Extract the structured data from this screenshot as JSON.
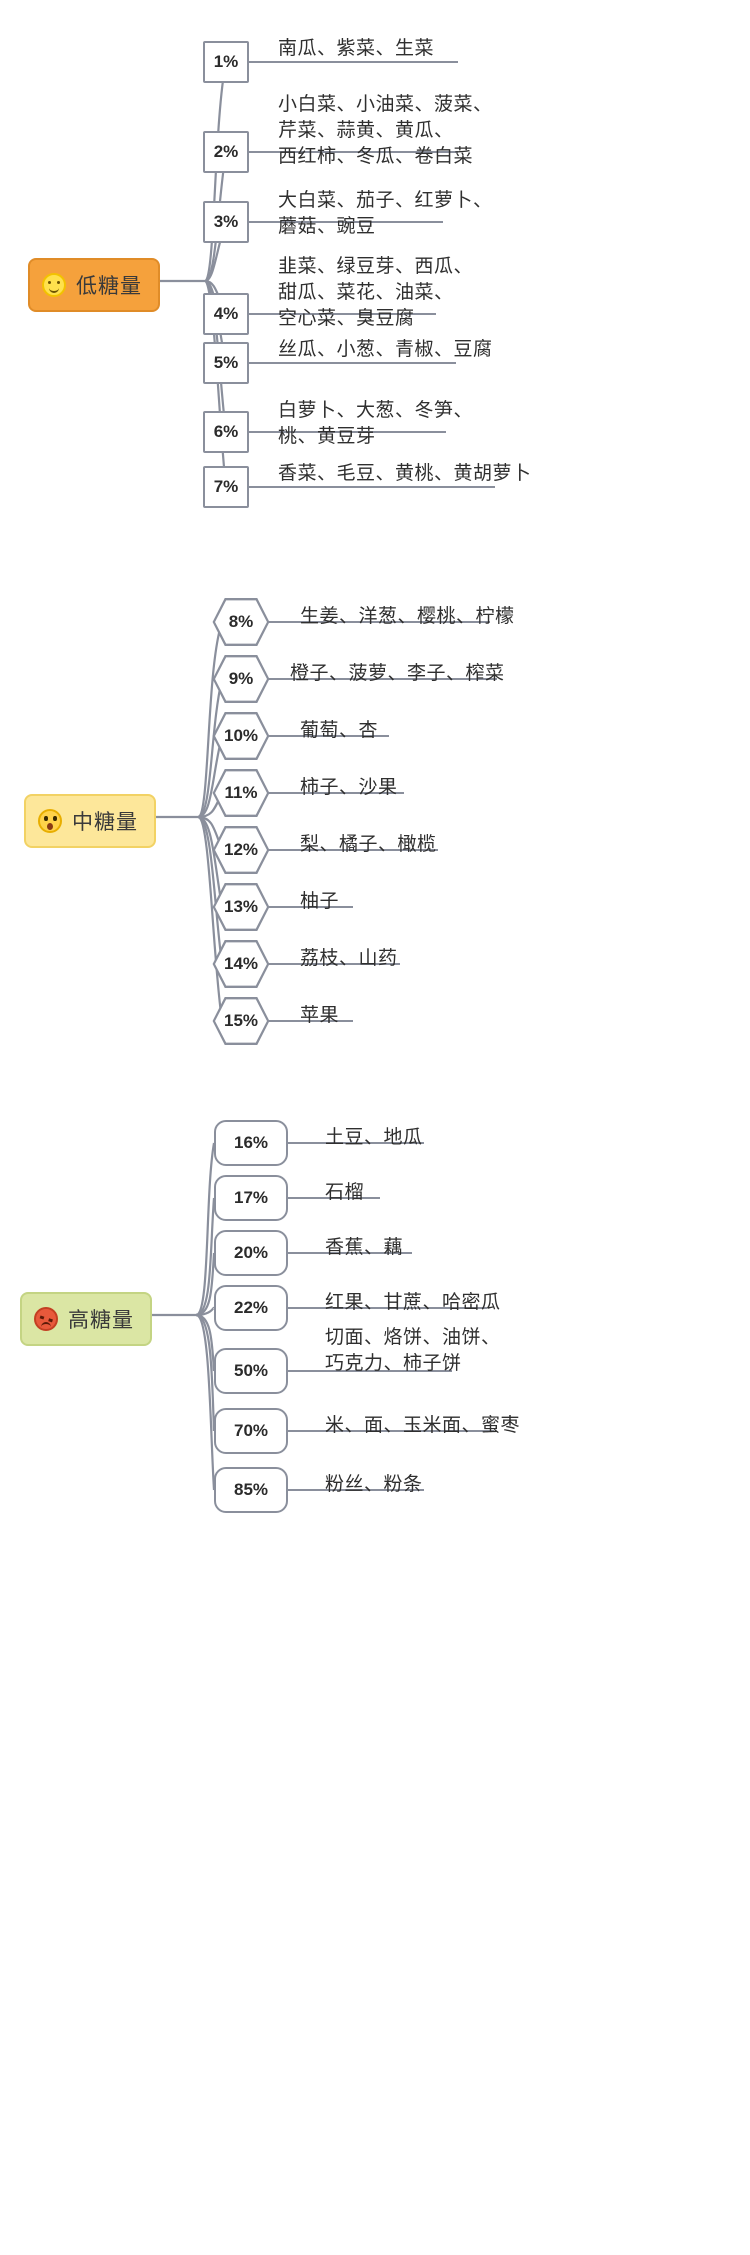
{
  "diagram": {
    "type": "mindmap",
    "title": "食物含糖量分类思维导图",
    "sections": [
      {
        "id": "low",
        "root_label": "低糖量",
        "root_emoji": "smiling-face-emoji",
        "root_color": "#f5a13c",
        "node_shape": "square",
        "branches": [
          {
            "pct": "1%",
            "items": "南瓜、紫菜、生菜"
          },
          {
            "pct": "2%",
            "items": "小白菜、小油菜、菠菜、\n芹菜、蒜黄、黄瓜、\n西红柿、冬瓜、卷白菜"
          },
          {
            "pct": "3%",
            "items": "大白菜、茄子、红萝卜、\n蘑菇、豌豆"
          },
          {
            "pct": "4%",
            "items": "韭菜、绿豆芽、西瓜、\n甜瓜、菜花、油菜、\n空心菜、臭豆腐"
          },
          {
            "pct": "5%",
            "items": "丝瓜、小葱、青椒、豆腐"
          },
          {
            "pct": "6%",
            "items": "白萝卜、大葱、冬笋、\n桃、黄豆芽"
          },
          {
            "pct": "7%",
            "items": "香菜、毛豆、黄桃、黄胡萝卜"
          }
        ]
      },
      {
        "id": "mid",
        "root_label": "中糖量",
        "root_emoji": "surprised-face-emoji",
        "root_color": "#fde79a",
        "node_shape": "hexagon",
        "branches": [
          {
            "pct": "8%",
            "items": "生姜、洋葱、樱桃、柠檬"
          },
          {
            "pct": "9%",
            "items": "橙子、菠萝、李子、榨菜"
          },
          {
            "pct": "10%",
            "items": "葡萄、杏"
          },
          {
            "pct": "11%",
            "items": "柿子、沙果"
          },
          {
            "pct": "12%",
            "items": "梨、橘子、橄榄"
          },
          {
            "pct": "13%",
            "items": "柚子"
          },
          {
            "pct": "14%",
            "items": "荔枝、山药"
          },
          {
            "pct": "15%",
            "items": "苹果"
          }
        ]
      },
      {
        "id": "high",
        "root_label": "高糖量",
        "root_emoji": "angry-face-emoji",
        "root_color": "#dbe6a4",
        "node_shape": "rounded-rect",
        "branches": [
          {
            "pct": "16%",
            "items": "土豆、地瓜"
          },
          {
            "pct": "17%",
            "items": "石榴"
          },
          {
            "pct": "20%",
            "items": "香蕉、藕"
          },
          {
            "pct": "22%",
            "items": "红果、甘蔗、哈密瓜"
          },
          {
            "pct": "50%",
            "items": "切面、烙饼、油饼、\n巧克力、柿子饼"
          },
          {
            "pct": "70%",
            "items": "米、面、玉米面、蜜枣"
          },
          {
            "pct": "85%",
            "items": "粉丝、粉条"
          }
        ]
      }
    ],
    "line_color": "#8a8f9c"
  }
}
